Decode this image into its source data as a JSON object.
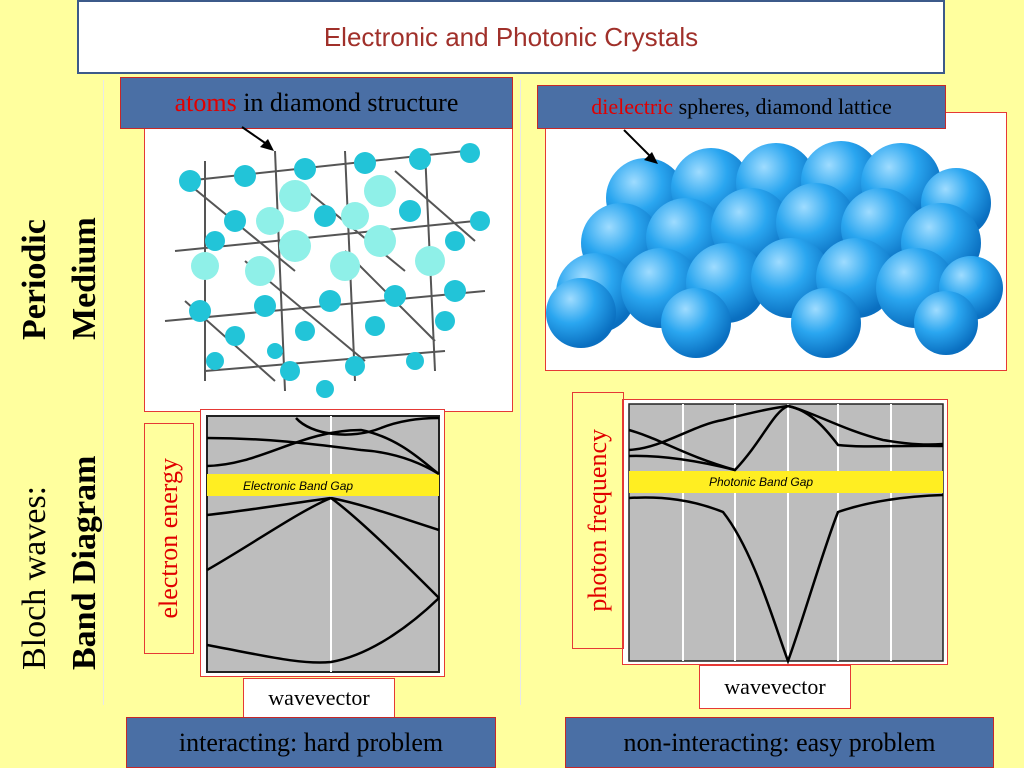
{
  "title": "Electronic and Photonic Crystals",
  "left_row_label": {
    "line1": "Periodic",
    "line2": "Medium"
  },
  "left_row_label2": {
    "line1": "Bloch waves:",
    "line2": "Band Diagram"
  },
  "atoms_label": {
    "red": "atoms",
    "rest": " in diamond structure"
  },
  "dielectric_label": {
    "red": "dielectric",
    "rest": " spheres, diamond lattice"
  },
  "electronic_band": {
    "axis_label": "electron energy",
    "gap_label": "Electronic Band Gap",
    "x_label": "wavevector"
  },
  "photonic_band": {
    "axis_label": "photon frequency",
    "gap_label": "Photonic  Band  Gap",
    "x_label": "wavevector"
  },
  "bottom_left": "interacting: hard problem",
  "bottom_right": "non-interacting: easy problem",
  "colors": {
    "background": "#ffff9e",
    "label_blue": "#4a6fa5",
    "accent_red": "#e00000",
    "gap_yellow": "#ffee22",
    "sphere_blue": "#2aa6f0",
    "atom_cyan": "#22c4d8"
  }
}
